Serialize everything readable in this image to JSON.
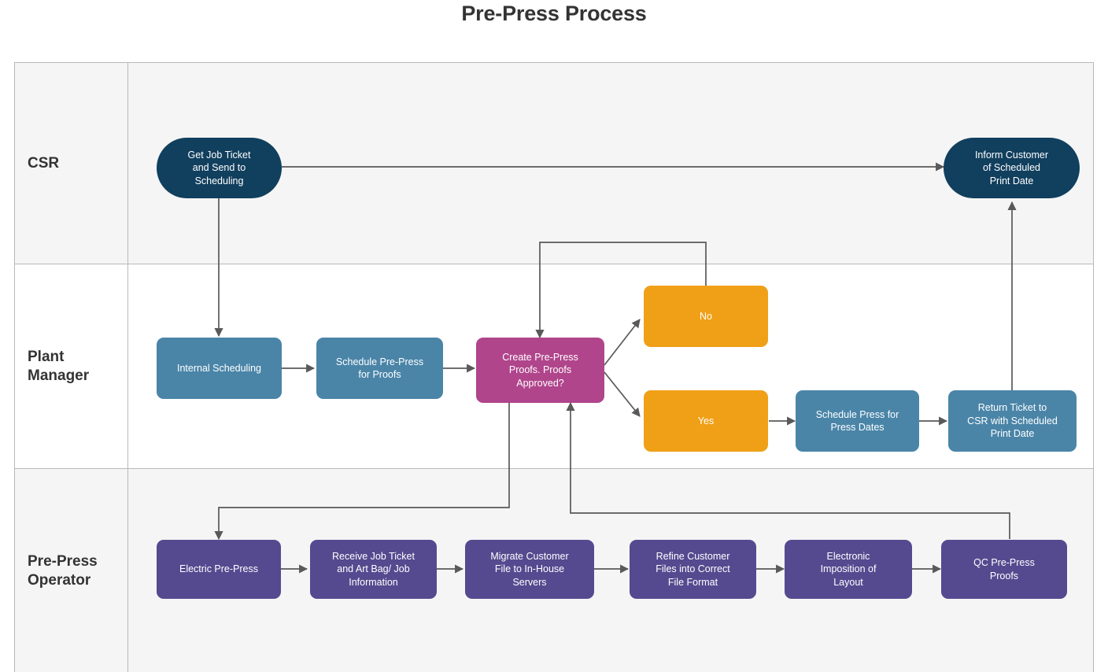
{
  "title": "Pre-Press Process",
  "colors": {
    "navy": "#113f5e",
    "steel_blue": "#4a85a8",
    "purple": "#554a8f",
    "magenta": "#b0458c",
    "orange": "#f0a017",
    "connector": "#595959",
    "lane_border": "#b9b9b9",
    "lane_shade": "#f5f5f5",
    "lane_white": "#ffffff",
    "title_text": "#333333"
  },
  "lanes": [
    {
      "id": "csr",
      "label": "CSR"
    },
    {
      "id": "plant-manager",
      "label": "Plant\nManager"
    },
    {
      "id": "pre-press-operator",
      "label": "Pre-Press\nOperator"
    }
  ],
  "nodes": {
    "get_job_ticket": "Get Job Ticket\nand Send to\nScheduling",
    "inform_customer": "Inform Customer\nof Scheduled\nPrint Date",
    "internal_scheduling": "Internal Scheduling",
    "schedule_pre_press": "Schedule Pre-Press\nfor Proofs",
    "create_proofs": "Create Pre-Press\nProofs. Proofs\nApproved?",
    "decision_no": "No",
    "decision_yes": "Yes",
    "schedule_press": "Schedule Press for\nPress Dates",
    "return_ticket": "Return Ticket to\nCSR with Scheduled\nPrint Date",
    "electric_pre_press": "Electric Pre-Press",
    "receive_job_ticket": "Receive Job Ticket\nand Art Bag/ Job\nInformation",
    "migrate_customer_file": "Migrate Customer\nFile to In-House\nServers",
    "refine_customer_files": "Refine Customer\nFiles into Correct\nFile Format",
    "electronic_imposition": "Electronic\nImposition of\nLayout",
    "qc_pre_press_proofs": "QC Pre-Press\nProofs"
  },
  "chart_data": {
    "type": "diagram",
    "diagram_type": "swimlane-flowchart",
    "title": "Pre-Press Process",
    "lanes": [
      "CSR",
      "Plant Manager",
      "Pre-Press Operator"
    ],
    "nodes": [
      {
        "id": "get_job_ticket",
        "label": "Get Job Ticket and Send to Scheduling",
        "lane": "CSR",
        "shape": "stadium",
        "color": "#113f5e"
      },
      {
        "id": "inform_customer",
        "label": "Inform Customer of Scheduled Print Date",
        "lane": "CSR",
        "shape": "stadium",
        "color": "#113f5e"
      },
      {
        "id": "internal_scheduling",
        "label": "Internal Scheduling",
        "lane": "Plant Manager",
        "shape": "rounded-rect",
        "color": "#4a85a8"
      },
      {
        "id": "schedule_pre_press",
        "label": "Schedule Pre-Press for Proofs",
        "lane": "Plant Manager",
        "shape": "rounded-rect",
        "color": "#4a85a8"
      },
      {
        "id": "create_proofs",
        "label": "Create Pre-Press Proofs. Proofs Approved?",
        "lane": "Plant Manager",
        "shape": "rounded-rect",
        "color": "#b0458c"
      },
      {
        "id": "decision_no",
        "label": "No",
        "lane": "Plant Manager",
        "shape": "rounded-rect",
        "color": "#f0a017"
      },
      {
        "id": "decision_yes",
        "label": "Yes",
        "lane": "Plant Manager",
        "shape": "rounded-rect",
        "color": "#f0a017"
      },
      {
        "id": "schedule_press",
        "label": "Schedule Press for Press Dates",
        "lane": "Plant Manager",
        "shape": "rounded-rect",
        "color": "#4a85a8"
      },
      {
        "id": "return_ticket",
        "label": "Return Ticket to CSR with Scheduled Print Date",
        "lane": "Plant Manager",
        "shape": "rounded-rect",
        "color": "#4a85a8"
      },
      {
        "id": "electric_pre_press",
        "label": "Electric Pre-Press",
        "lane": "Pre-Press Operator",
        "shape": "rounded-rect",
        "color": "#554a8f"
      },
      {
        "id": "receive_job_ticket",
        "label": "Receive Job Ticket and Art Bag/ Job Information",
        "lane": "Pre-Press Operator",
        "shape": "rounded-rect",
        "color": "#554a8f"
      },
      {
        "id": "migrate_customer_file",
        "label": "Migrate Customer File to In-House Servers",
        "lane": "Pre-Press Operator",
        "shape": "rounded-rect",
        "color": "#554a8f"
      },
      {
        "id": "refine_customer_files",
        "label": "Refine Customer Files into Correct File Format",
        "lane": "Pre-Press Operator",
        "shape": "rounded-rect",
        "color": "#554a8f"
      },
      {
        "id": "electronic_imposition",
        "label": "Electronic Imposition of Layout",
        "lane": "Pre-Press Operator",
        "shape": "rounded-rect",
        "color": "#554a8f"
      },
      {
        "id": "qc_pre_press_proofs",
        "label": "QC Pre-Press Proofs",
        "lane": "Pre-Press Operator",
        "shape": "rounded-rect",
        "color": "#554a8f"
      }
    ],
    "edges": [
      {
        "from": "get_job_ticket",
        "to": "inform_customer",
        "label": ""
      },
      {
        "from": "get_job_ticket",
        "to": "internal_scheduling",
        "label": ""
      },
      {
        "from": "internal_scheduling",
        "to": "schedule_pre_press",
        "label": ""
      },
      {
        "from": "schedule_pre_press",
        "to": "create_proofs",
        "label": ""
      },
      {
        "from": "create_proofs",
        "to": "decision_no",
        "label": ""
      },
      {
        "from": "create_proofs",
        "to": "decision_yes",
        "label": ""
      },
      {
        "from": "decision_no",
        "to": "create_proofs",
        "label": ""
      },
      {
        "from": "decision_yes",
        "to": "schedule_press",
        "label": ""
      },
      {
        "from": "schedule_press",
        "to": "return_ticket",
        "label": ""
      },
      {
        "from": "return_ticket",
        "to": "inform_customer",
        "label": ""
      },
      {
        "from": "create_proofs",
        "to": "electric_pre_press",
        "label": ""
      },
      {
        "from": "electric_pre_press",
        "to": "receive_job_ticket",
        "label": ""
      },
      {
        "from": "receive_job_ticket",
        "to": "migrate_customer_file",
        "label": ""
      },
      {
        "from": "migrate_customer_file",
        "to": "refine_customer_files",
        "label": ""
      },
      {
        "from": "refine_customer_files",
        "to": "electronic_imposition",
        "label": ""
      },
      {
        "from": "electronic_imposition",
        "to": "qc_pre_press_proofs",
        "label": ""
      },
      {
        "from": "qc_pre_press_proofs",
        "to": "create_proofs",
        "label": ""
      }
    ]
  }
}
